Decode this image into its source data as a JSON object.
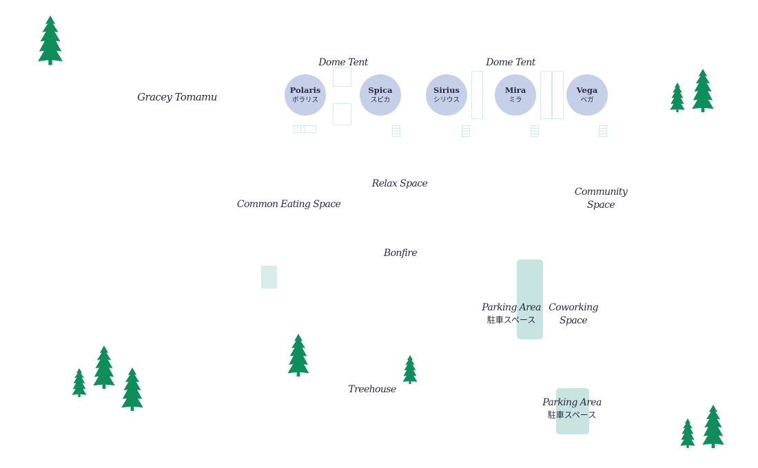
{
  "map": {
    "title": "Gracey Tomamu",
    "colors": {
      "tree": "#0e8e5a",
      "tent_fill": "#c5d0e8",
      "parking_fill": "#c8e4e1",
      "outline": "#d5ecea",
      "text": "#2b2a44"
    },
    "tent_groups": [
      {
        "label": "Dome Tent"
      },
      {
        "label": "Dome Tent"
      }
    ],
    "tents": [
      {
        "name": "Polaris",
        "name_ja": "ポラリス"
      },
      {
        "name": "Spica",
        "name_ja": "スピカ"
      },
      {
        "name": "Sirius",
        "name_ja": "シリウス"
      },
      {
        "name": "Mira",
        "name_ja": "ミラ"
      },
      {
        "name": "Vega",
        "name_ja": "ベガ"
      }
    ],
    "areas": {
      "relax_space": "Relax Space",
      "common_eating_space": "Common Eating Space",
      "community_space_line1": "Community",
      "community_space_line2": "Space",
      "bonfire": "Bonfire",
      "coworking_space_line1": "Coworking",
      "coworking_space_line2": "Space",
      "treehouse": "Treehouse",
      "parking_area_1": {
        "label": "Parking Area",
        "label_ja": "駐車スペース"
      },
      "parking_area_2": {
        "label": "Parking Area",
        "label_ja": "駐車スペース"
      }
    },
    "icons": {
      "tree": "pine-tree-icon",
      "ladder": "ladder-icon",
      "bench": "bench-icon"
    }
  }
}
